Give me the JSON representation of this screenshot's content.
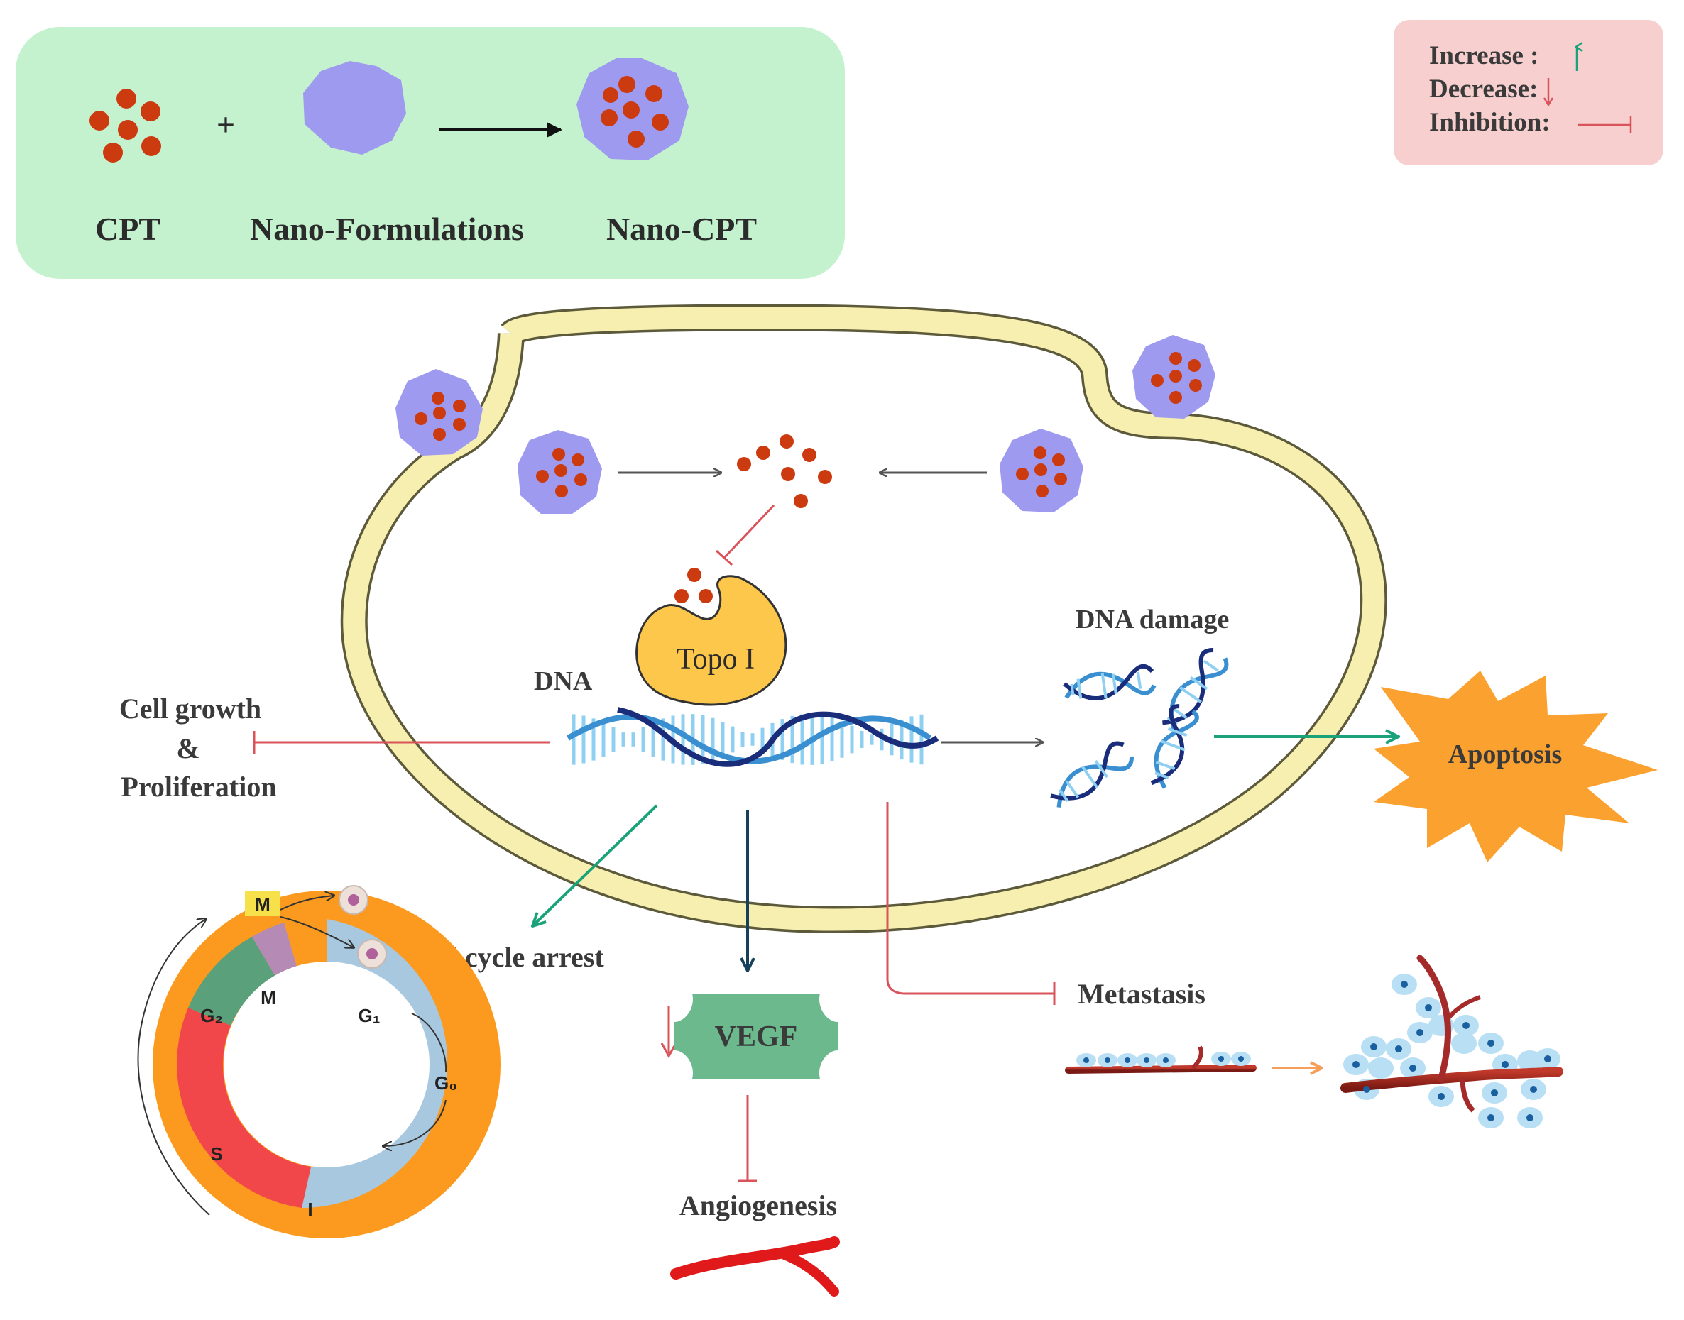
{
  "header_panel": {
    "items": [
      "CPT",
      "Nano-Formulations",
      "Nano-CPT"
    ],
    "plus": "+",
    "background": "#c4f2cf"
  },
  "legend": {
    "increase": "Increase :",
    "decrease": "Decrease:",
    "inhibition": "Inhibition:",
    "background": "#f8cfcf"
  },
  "labels": {
    "topo": "Topo I",
    "dna": "DNA",
    "dna_damage": "DNA damage",
    "apoptosis": "Apoptosis",
    "cell_growth_1": "Cell growth",
    "cell_growth_2": "&",
    "cell_growth_3": "Proliferation",
    "cell_cycle_arrest": "Cell cycle arrest",
    "vegf": "VEGF",
    "angiogenesis": "Angiogenesis",
    "metastasis": "Metastasis"
  },
  "cell_cycle": {
    "outer_m": "M",
    "inner_m": "M",
    "g2": "G₂",
    "g1": "G₁",
    "g0": "G₀",
    "s": "S",
    "i": "I"
  },
  "colors": {
    "drug": "#cc3a10",
    "nanoparticle": "#9e9af0",
    "membrane": "#f7efb0",
    "membrane_edge": "#6e6a3a",
    "topo": "#fcc74a",
    "inhibition": "#d9535a",
    "activation": "#1aa37a",
    "apoptosis": "#fba130",
    "vegf": "#6bb98c",
    "dna_light": "#8fd0f2",
    "dna_dark": "#1a2d7a",
    "vessel": "#a52a2a",
    "cell_cycle_outer": "#fb9a1e"
  }
}
